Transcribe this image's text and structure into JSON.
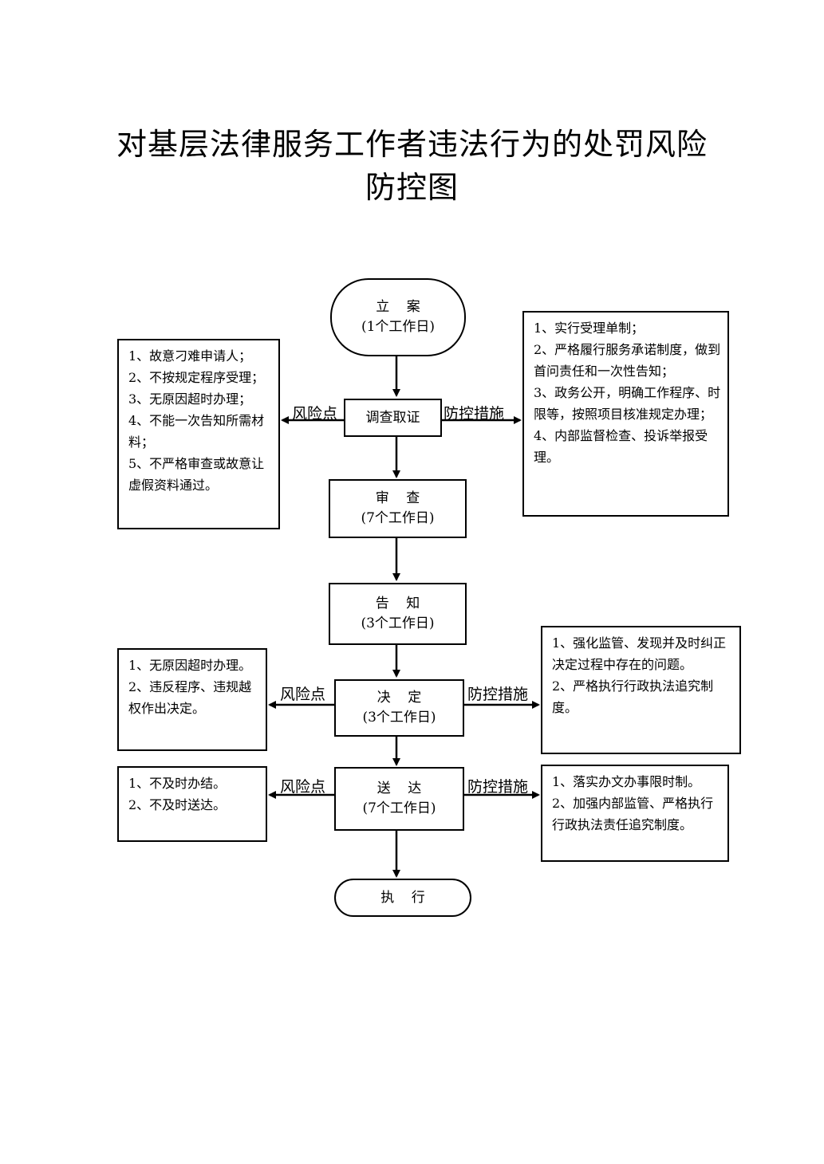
{
  "title": {
    "line1": "对基层法律服务工作者违法行为的处罚风险",
    "line2": "防控图"
  },
  "steps": {
    "lian": {
      "name": "立    案",
      "days": "(1个工作日)"
    },
    "diaocha": {
      "name": "调查取证"
    },
    "shencha": {
      "name": "审    查",
      "days": "(7个工作日)"
    },
    "gaozhi": {
      "name": "告    知",
      "days": "(3个工作日)"
    },
    "jueding": {
      "name": "决    定",
      "days": "(3个工作日)"
    },
    "songda": {
      "name": "送    达",
      "days": "(7个工作日)"
    },
    "zhixing": {
      "name": "执    行"
    }
  },
  "edge_labels": {
    "risk": "风险点",
    "control": "防控措施"
  },
  "risks": {
    "diaocha": [
      "1、故意刁难申请人；",
      "2、不按规定程序受理；",
      "3、无原因超时办理；",
      "4、不能一次告知所需材料；",
      "5、不严格审查或故意让虚假资料通过。"
    ],
    "jueding": [
      "1、无原因超时办理。",
      "2、违反程序、违规越权作出决定。"
    ],
    "songda": [
      "1、不及时办结。",
      "2、不及时送达。"
    ]
  },
  "controls": {
    "diaocha": [
      "1、实行受理单制；",
      "2、严格履行服务承诺制度，做到首问责任和一次性告知；",
      "3、政务公开，明确工作程序、时限等，按照项目核准规定办理；",
      "4、内部监督检查、投诉举报受理。"
    ],
    "jueding": [
      "1、强化监管、发现并及时纠正决定过程中存在的问题。",
      "2、严格执行行政执法追究制度。"
    ],
    "songda": [
      "1、落实办文办事限时制。",
      "2、加强内部监管、严格执行行政执法责任追究制度。"
    ]
  }
}
